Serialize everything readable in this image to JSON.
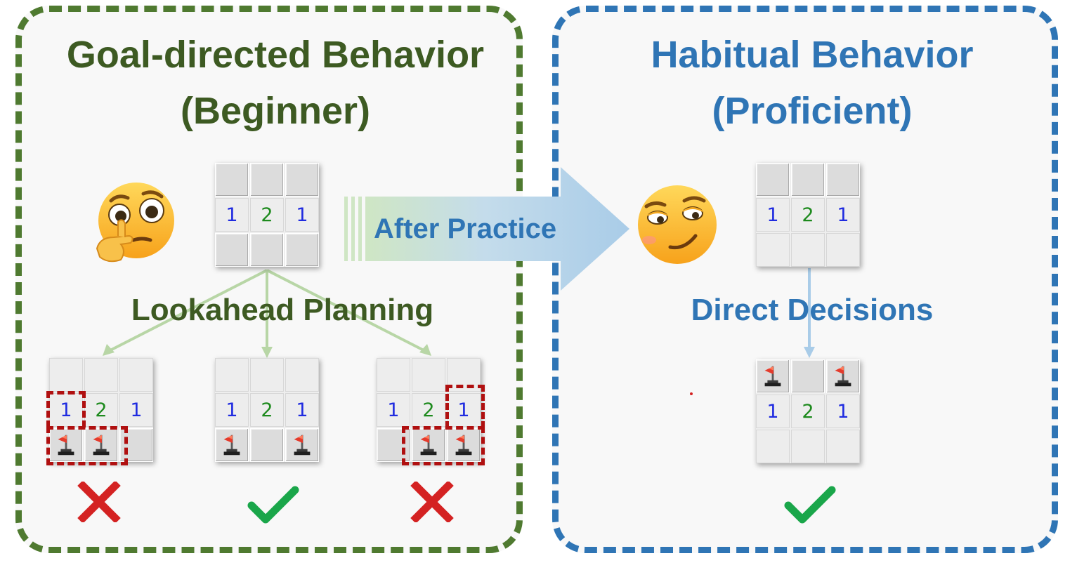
{
  "left_panel": {
    "title_line1": "Goal-directed Behavior",
    "title_line2": "(Beginner)",
    "process_label": "Lookahead Planning",
    "accent_color": "#4f7a30",
    "text_color": "#3d5a22"
  },
  "right_panel": {
    "title_line1": "Habitual Behavior",
    "title_line2": "(Proficient)",
    "process_label": "Direct Decisions",
    "accent_color": "#2f75b5"
  },
  "transition": {
    "label": "After Practice"
  },
  "board": {
    "middle_row": [
      "1",
      "2",
      "1"
    ]
  },
  "icons": {
    "thinking_face": "thinking-face-emoji",
    "smirking_face": "smirking-face-emoji",
    "flag": "flag-icon",
    "correct": "check-icon",
    "wrong": "cross-icon"
  },
  "colors": {
    "check": "#1aa64a",
    "cross": "#d42222",
    "highlight": "#b01010"
  }
}
